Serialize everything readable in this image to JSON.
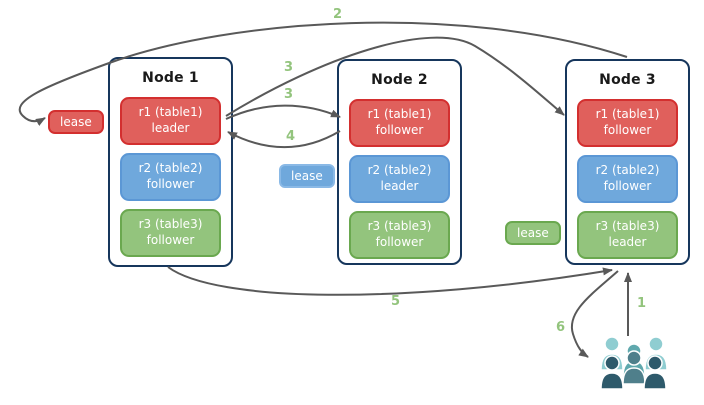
{
  "diagram": {
    "nodes": [
      {
        "title": "Node 1",
        "replicas": [
          {
            "name": "r1 (table1)",
            "role": "leader",
            "color": "red"
          },
          {
            "name": "r2 (table2)",
            "role": "follower",
            "color": "blue"
          },
          {
            "name": "r3 (table3)",
            "role": "follower",
            "color": "green"
          }
        ]
      },
      {
        "title": "Node 2",
        "replicas": [
          {
            "name": "r1 (table1)",
            "role": "follower",
            "color": "red"
          },
          {
            "name": "r2 (table2)",
            "role": "leader",
            "color": "blue"
          },
          {
            "name": "r3 (table3)",
            "role": "follower",
            "color": "green"
          }
        ]
      },
      {
        "title": "Node 3",
        "replicas": [
          {
            "name": "r1 (table1)",
            "role": "follower",
            "color": "red"
          },
          {
            "name": "r2 (table2)",
            "role": "follower",
            "color": "blue"
          },
          {
            "name": "r3 (table3)",
            "role": "leader",
            "color": "green"
          }
        ]
      }
    ],
    "leases": [
      {
        "label": "lease",
        "color": "red"
      },
      {
        "label": "lease",
        "color": "blue"
      },
      {
        "label": "lease",
        "color": "green"
      }
    ],
    "steps": {
      "s1": "1",
      "s2": "2",
      "s3a": "3",
      "s3b": "3",
      "s4": "4",
      "s5": "5",
      "s6": "6"
    },
    "users_icon": "users-group",
    "colors": {
      "red_fill": "#e0605c",
      "red_border": "#d32f2f",
      "blue_fill": "#6fa8dc",
      "blue_border": "#5b97d5",
      "green_fill": "#93c47d",
      "green_border": "#6aa84f",
      "node_border": "#16365c",
      "arrow": "#595959",
      "step_label": "#93c47d",
      "users_light": "#8fcdd1",
      "users_medium": "#5fa8ad",
      "users_mid_dark": "#4f7f8b",
      "users_dark": "#2e5a6b"
    }
  }
}
